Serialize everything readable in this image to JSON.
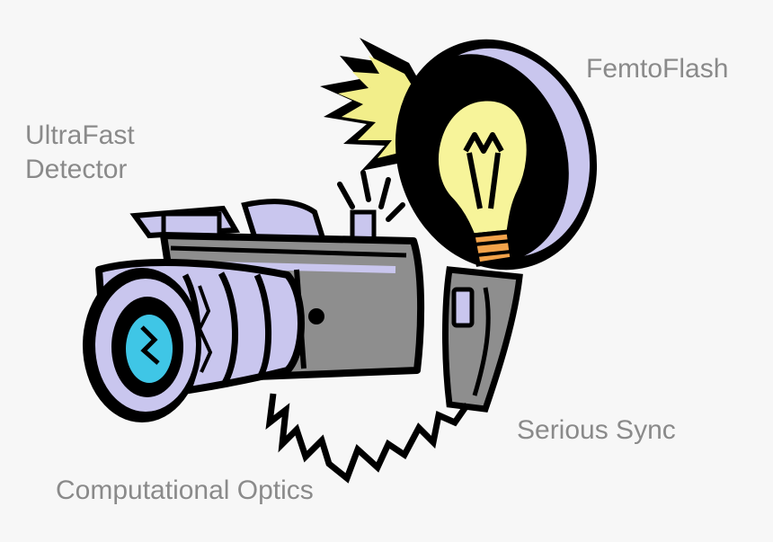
{
  "labels": {
    "femtoflash": "FemtoFlash",
    "ultrafast_line1": "UltraFast",
    "ultrafast_line2": "Detector",
    "serious_sync": "Serious Sync",
    "computational_optics": "Computational Optics"
  },
  "illustration": {
    "subject": "camera-with-flash-bulb",
    "colors": {
      "background": "#f7f7f7",
      "outline": "#000000",
      "lavender": "#c9c6ee",
      "body_gray": "#8e8e8e",
      "bulb_yellow": "#f7f49a",
      "flash_yellow": "#f2ee8a",
      "lens_cyan": "#3fc6e6",
      "base_orange": "#f2a24a",
      "label_gray": "#8a8a8a"
    }
  }
}
